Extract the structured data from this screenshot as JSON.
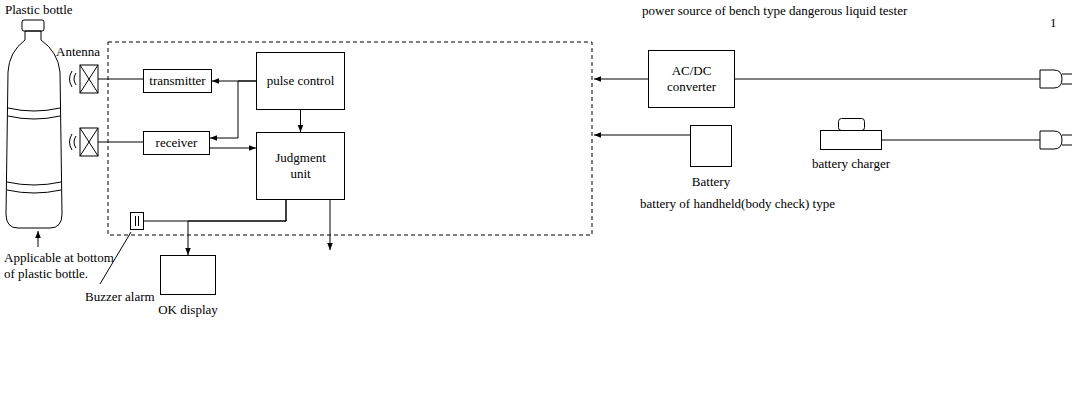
{
  "diagram": {
    "nodes": [
      {
        "text": [
          "transmitter"
        ]
      },
      {
        "text": [
          "pulse control"
        ]
      },
      {
        "text": [
          "receiver"
        ]
      },
      {
        "text": [
          "Judgment unit"
        ]
      },
      {
        "text": [
          "AC/DC converter"
        ]
      },
      {
        "text": [
          "Battery"
        ]
      },
      {
        "text": [
          "battery charger"
        ]
      },
      {
        "text": [
          "Buzzer alarm"
        ]
      },
      {
        "text": [
          "OK display"
        ]
      }
    ],
    "edges": [
      {
        "from": 1,
        "to": 0,
        "arrow": "to"
      },
      {
        "from": 1,
        "to": 2,
        "arrow": "to"
      },
      {
        "from": 2,
        "to": 3,
        "arrow": "to"
      },
      {
        "from": 1,
        "to": 3,
        "arrow": "to"
      },
      {
        "from": 3,
        "to": 7,
        "arrow": "none"
      },
      {
        "from": 3,
        "to": 8,
        "arrow": "to"
      }
    ],
    "labels": [
      "Plastic bottle",
      "Antenna",
      "Applicable at bottom of plastic bottle.",
      "power source of bench type dangerous liquid tester",
      "1",
      "battery of handheld(body check) type"
    ]
  }
}
